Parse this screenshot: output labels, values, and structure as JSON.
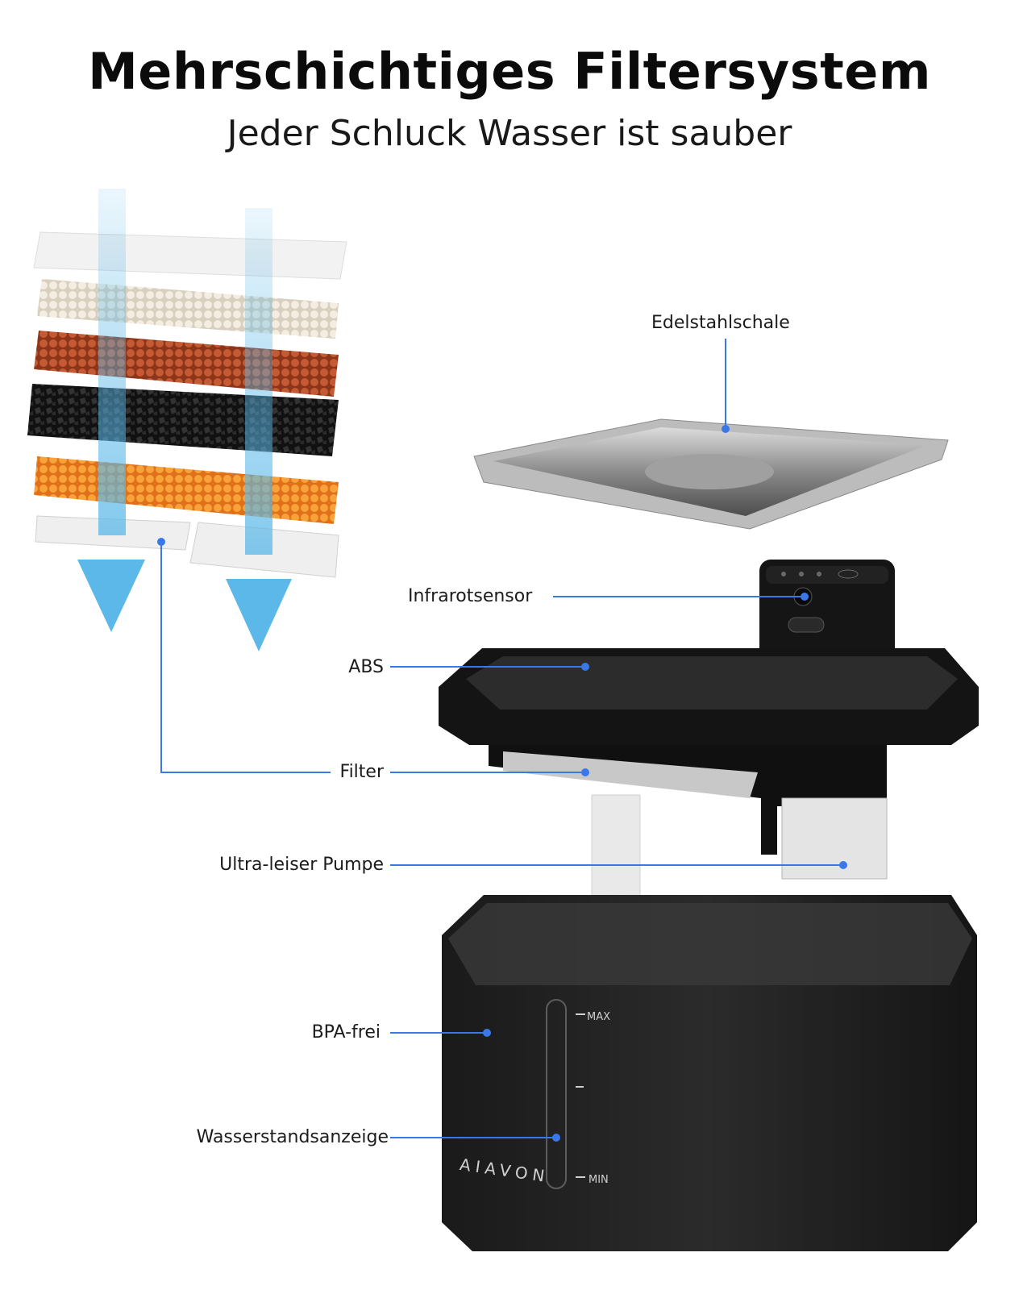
{
  "header": {
    "title": "Mehrschichtiges Filtersystem",
    "subtitle": "Jeder Schluck Wasser ist sauber"
  },
  "callouts": {
    "edelstahlschale": "Edelstahlschale",
    "infrarotsensor": "Infrarotsensor",
    "abs": "ABS",
    "filter": "Filter",
    "pumpe": "Ultra-leiser Pumpe",
    "bpa_frei": "BPA-frei",
    "wasserstand": "Wasserstandsanzeige"
  },
  "tank": {
    "brand": "AIAVON",
    "max_label": "MAX",
    "min_label": "MIN"
  },
  "colors": {
    "callout_line": "#3b78e7",
    "flow_arrow": "#5bb8e8",
    "product_black": "#1a1a1a"
  }
}
